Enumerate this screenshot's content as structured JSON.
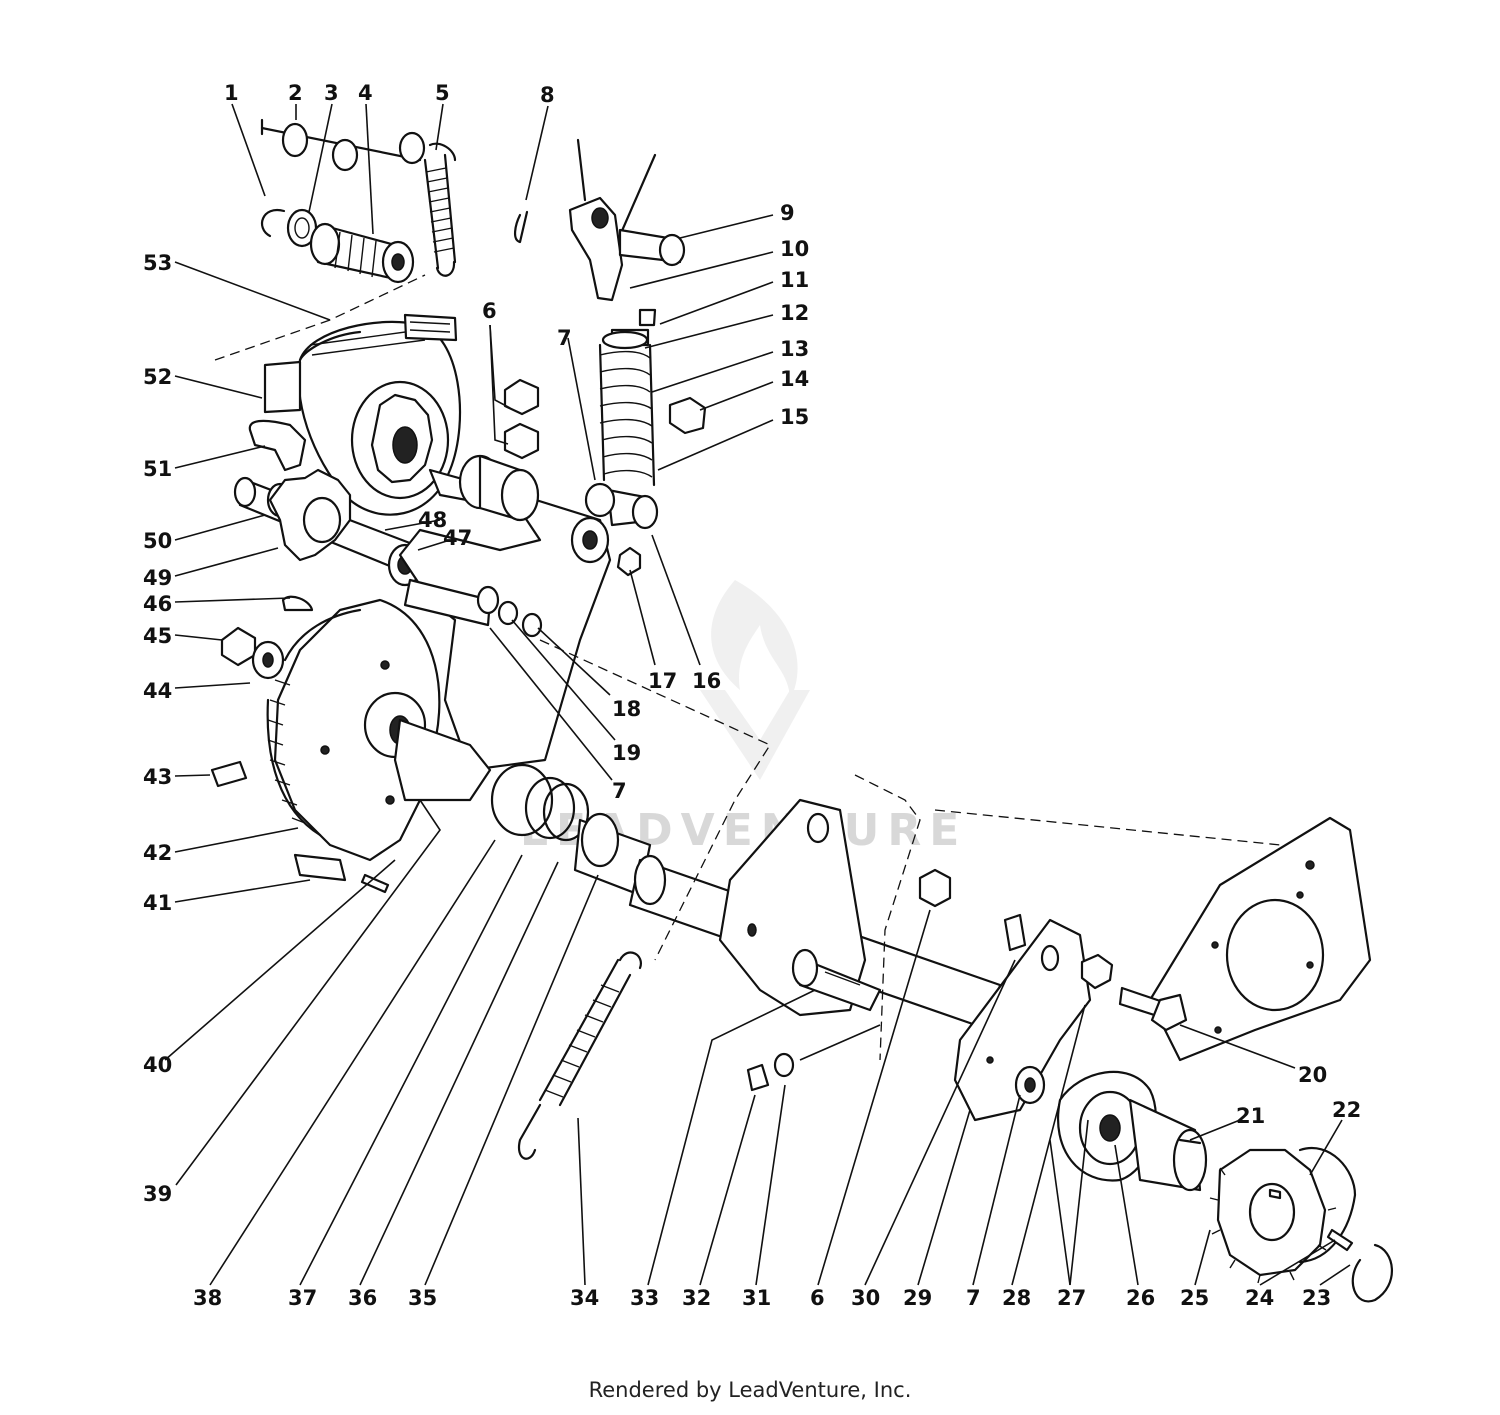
{
  "watermark": {
    "text": "LEADVENTURE"
  },
  "footer": {
    "text": "Rendered by LeadVenture, Inc."
  },
  "callouts": [
    "1",
    "2",
    "3",
    "4",
    "5",
    "6",
    "7",
    "8",
    "9",
    "10",
    "11",
    "12",
    "13",
    "14",
    "15",
    "16",
    "17",
    "18",
    "19",
    "7",
    "20",
    "21",
    "22",
    "23",
    "24",
    "25",
    "26",
    "27",
    "27",
    "28",
    "7",
    "29",
    "30",
    "6",
    "31",
    "32",
    "33",
    "34",
    "35",
    "36",
    "37",
    "38",
    "39",
    "40",
    "41",
    "42",
    "43",
    "44",
    "45",
    "46",
    "47",
    "48",
    "49",
    "50",
    "51",
    "52",
    "53",
    "6",
    "7"
  ]
}
